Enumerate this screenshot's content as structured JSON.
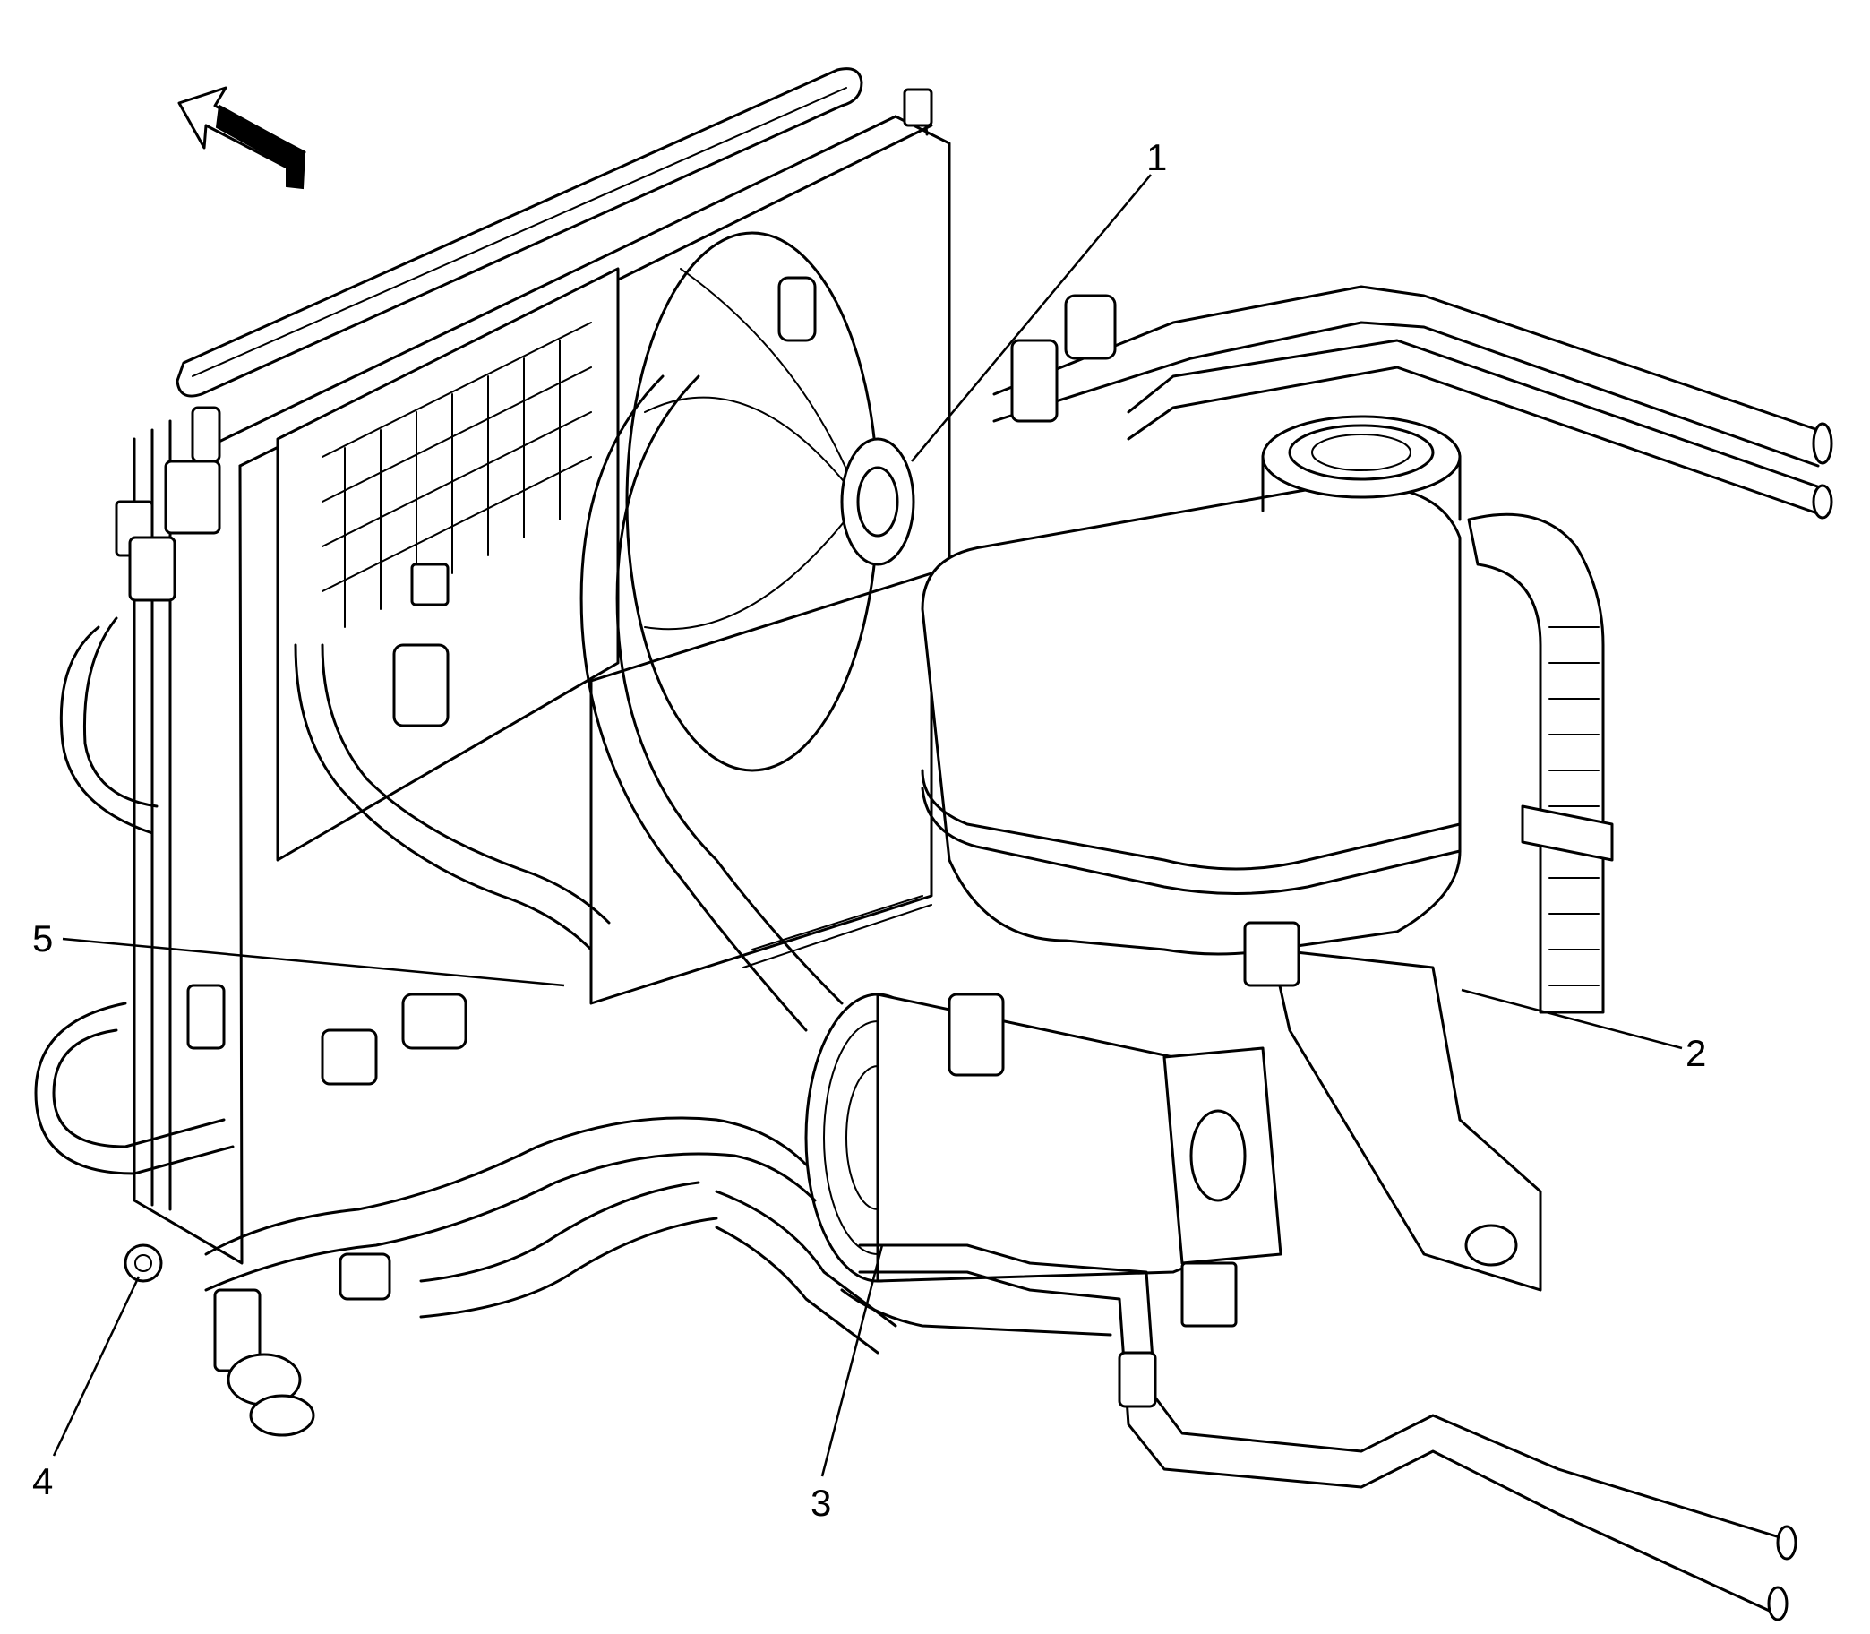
{
  "diagram": {
    "callouts": [
      {
        "id": "1",
        "label": "1"
      },
      {
        "id": "2",
        "label": "2"
      },
      {
        "id": "3",
        "label": "3"
      },
      {
        "id": "4",
        "label": "4"
      },
      {
        "id": "5",
        "label": "5"
      }
    ],
    "icons": {
      "front_direction": "direction-arrow-icon"
    }
  }
}
